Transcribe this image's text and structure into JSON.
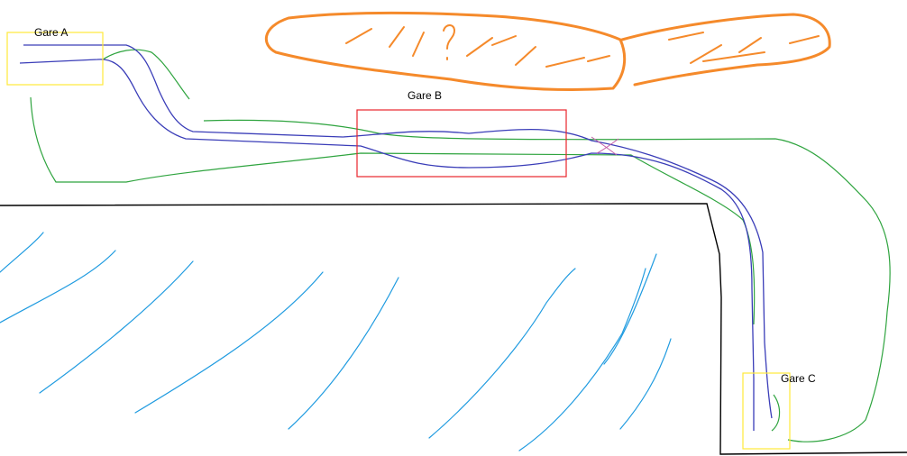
{
  "stations": [
    {
      "label": "Gare A",
      "box_color": "#FFE83A"
    },
    {
      "label": "Gare B",
      "box_color": "#E8242C"
    },
    {
      "label": "Gare C",
      "box_color": "#FFE83A"
    }
  ],
  "colors": {
    "track_blue": "#3A3DB8",
    "track_green": "#2FA43F",
    "river": "#1F9BE0",
    "coastline": "#000000",
    "cloud": "#F58A2B",
    "crossing": "#C45AA8"
  }
}
